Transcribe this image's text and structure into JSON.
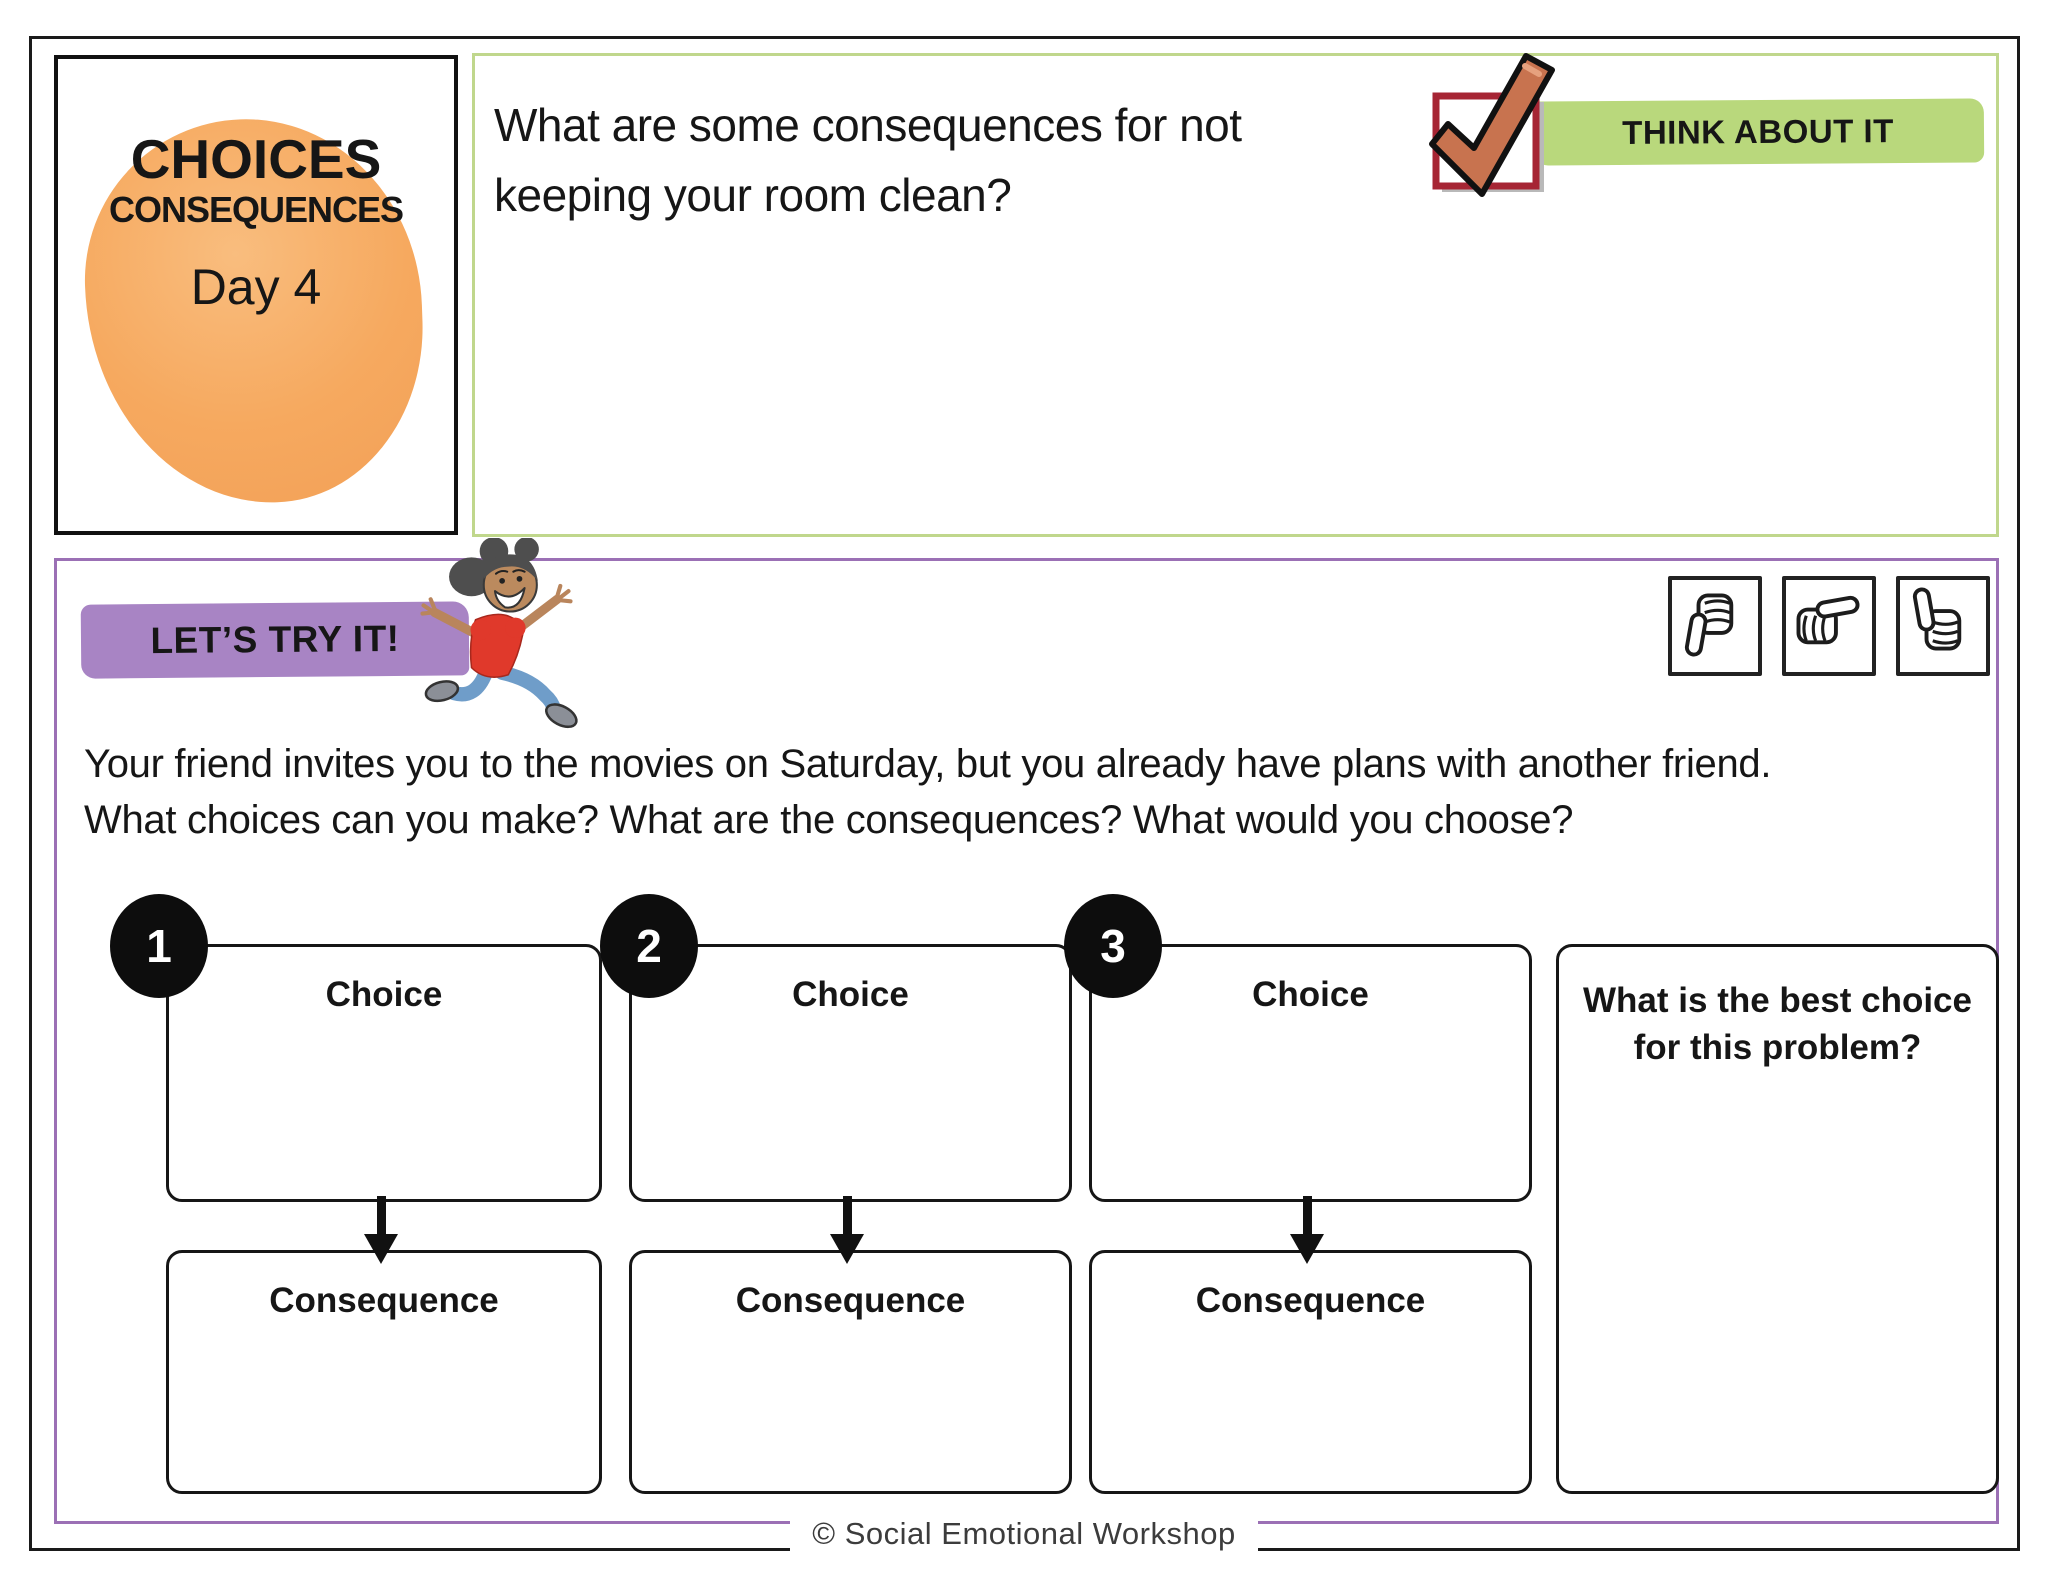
{
  "header": {
    "card_title": {
      "line1": "CHOICES",
      "line2": "CONSEQUENCES",
      "line3": "Day 4"
    },
    "think_about_it": {
      "banner_label": "THINK ABOUT IT",
      "question_lines": [
        "What are some consequences for not",
        "keeping your room clean?"
      ]
    }
  },
  "activity": {
    "banner_label": "LET’S TRY IT!",
    "scenario_lines": [
      "Your friend invites you to the movies on Saturday, but you already have plans with another friend.",
      "What choices can you make? What are the consequences? What would you choose?"
    ],
    "columns": [
      {
        "number": "1",
        "choice_label": "Choice",
        "choice_value": "",
        "consequence_label": "Consequence",
        "consequence_value": ""
      },
      {
        "number": "2",
        "choice_label": "Choice",
        "choice_value": "",
        "consequence_label": "Consequence",
        "consequence_value": ""
      },
      {
        "number": "3",
        "choice_label": "Choice",
        "choice_value": "",
        "consequence_label": "Consequence",
        "consequence_value": ""
      }
    ],
    "best_choice": {
      "prompt_lines": [
        "What is the best choice",
        "for this problem?"
      ],
      "value": ""
    },
    "rating_icons": [
      "thumbs-down",
      "thumbs-sideways",
      "thumbs-up"
    ]
  },
  "footer": {
    "credit": "© Social Emotional Workshop"
  },
  "icons": {
    "checkmark": "checked-checkbox-icon",
    "illustration": "running-girl-illustration"
  },
  "colors": {
    "orange_blob": "#f6a95f",
    "green_border": "#c0d78c",
    "green_highlight": "#b9d87c",
    "purple_border": "#9b70b5",
    "purple_highlight": "#a884c4",
    "check_red_box": "#a62534",
    "check_fill": "#c8734f",
    "ink": "#161616"
  }
}
